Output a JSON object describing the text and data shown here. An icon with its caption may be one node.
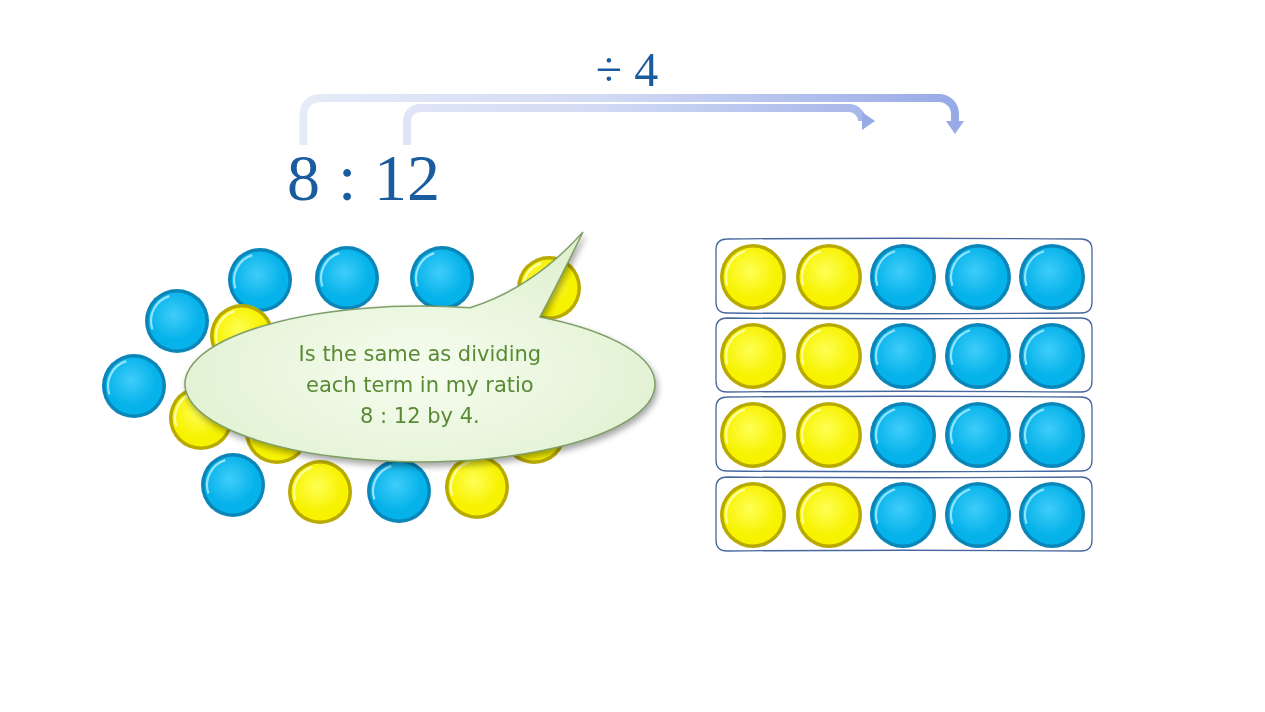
{
  "diagram": {
    "nodes": [
      {
        "text": [
          "8"
        ]
      },
      {
        "text": [
          "12"
        ]
      },
      {
        "text": [
          "Is the same as dividing each term in my ratio 8 : 12 by 4."
        ]
      }
    ],
    "edges": [
      {
        "from": 0,
        "to": null,
        "arrow": "to",
        "label": "÷ 4"
      },
      {
        "from": 1,
        "to": null,
        "arrow": "to"
      }
    ],
    "labels": [
      ":"
    ]
  }
}
